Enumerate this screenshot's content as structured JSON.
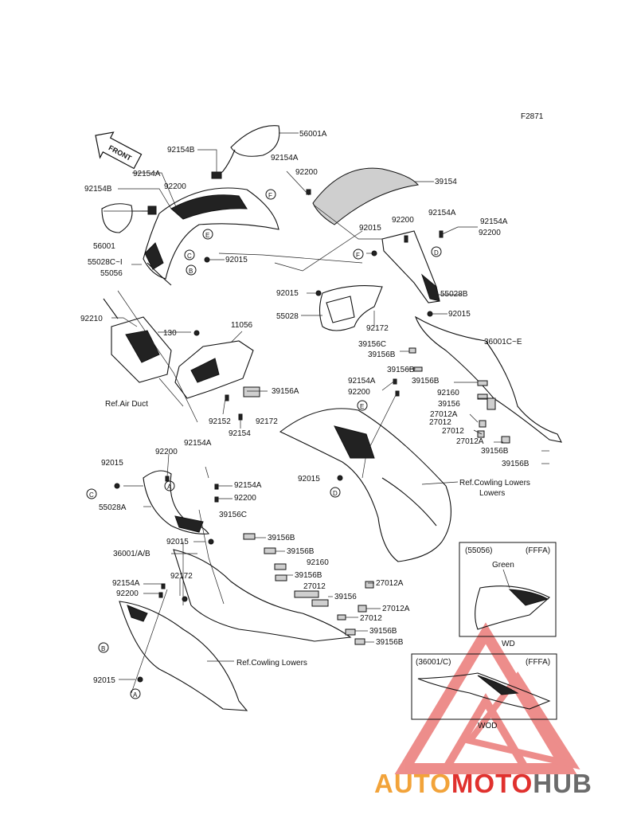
{
  "figure_code": "F2871",
  "front_label": "FRONT",
  "colors": {
    "line": "#111111",
    "watermark_red": "#e0312e",
    "watermark_orange": "#f2a33a",
    "watermark_gray": "#6b6b6b"
  },
  "part_labels": [
    "56001A",
    "92154B",
    "92154A",
    "92200",
    "39154",
    "92154A",
    "92200",
    "92154B",
    "56001",
    "92015",
    "55028C~I",
    "55056",
    "92200",
    "92154A",
    "92154A",
    "92200",
    "92015",
    "55028B",
    "92015",
    "55028",
    "92172",
    "92210",
    "130",
    "11056",
    "39156C",
    "39156B",
    "36001C~E",
    "39156B",
    "39156B",
    "92154A",
    "92200",
    "92160",
    "39156",
    "27012A",
    "27012",
    "27012A",
    "39156B",
    "39156B",
    "39156A",
    "92152",
    "92154",
    "92172",
    "92154A",
    "92200",
    "92015",
    "55028A",
    "92015",
    "92154A",
    "92200",
    "39156C",
    "39156B",
    "39156B",
    "92160",
    "39156B",
    "27012",
    "39156",
    "27012A",
    "27012A",
    "27012",
    "39156B",
    "39156B",
    "36001/A/B",
    "92154A",
    "92200",
    "92172",
    "92015"
  ],
  "callouts": [
    "F",
    "E",
    "C",
    "B",
    "F",
    "D",
    "E",
    "D",
    "A",
    "C",
    "B",
    "A"
  ],
  "references": [
    "Ref.Air Duct",
    "Ref.Cowling Lowers",
    "Ref.Cowling Lowers"
  ],
  "inset_1": {
    "code": "(55056)",
    "spec": "(FFFA)",
    "color": "Green",
    "model": "WD"
  },
  "inset_2": {
    "code": "(36001/C)",
    "spec": "(FFFA)",
    "model": "WOD"
  },
  "watermark": {
    "part1": "AUTO",
    "part2": "MOTO",
    "part3": "HUB"
  }
}
